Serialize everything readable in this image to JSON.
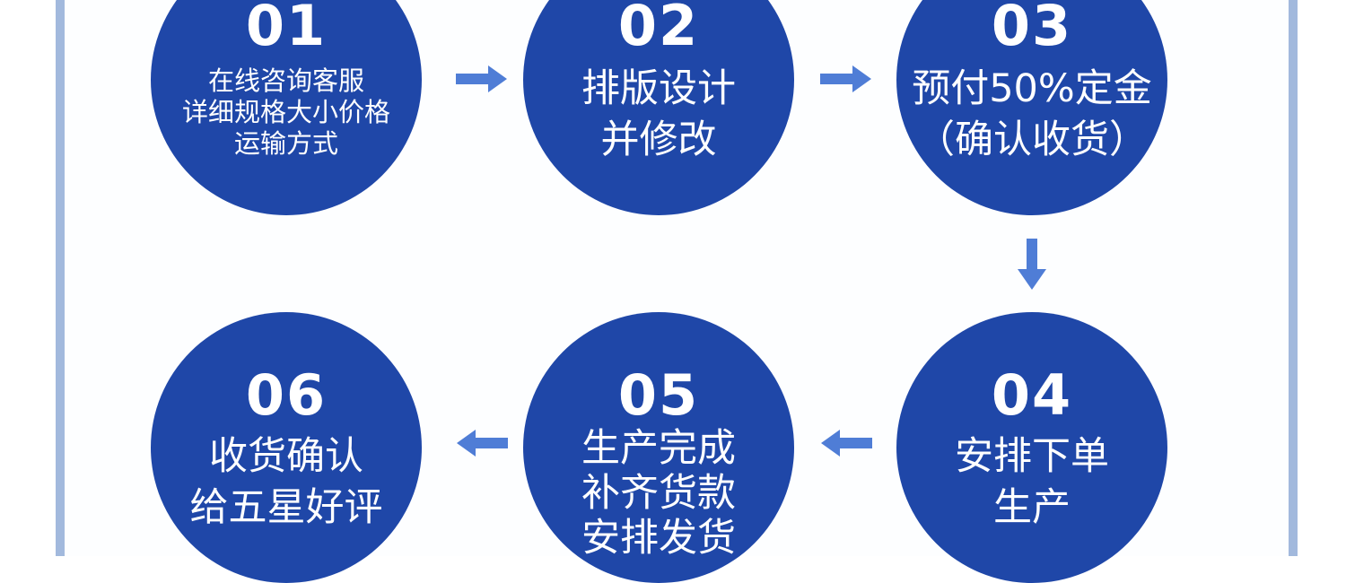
{
  "steps": [
    {
      "num": "01",
      "lines": [
        "在线咨询客服",
        "详细规格大小价格",
        "运输方式"
      ]
    },
    {
      "num": "02",
      "lines": [
        "排版设计",
        "并修改"
      ]
    },
    {
      "num": "03",
      "lines": [
        "预付50%定金",
        "（确认收货）"
      ]
    },
    {
      "num": "04",
      "lines": [
        "安排下单",
        "生产"
      ]
    },
    {
      "num": "05",
      "lines": [
        "生产完成",
        "补齐货款",
        "安排发货"
      ]
    },
    {
      "num": "06",
      "lines": [
        "收货确认",
        "给五星好评"
      ]
    }
  ],
  "icons": {
    "arrow": "arrow-icon"
  },
  "colors": {
    "circle": "#1f47a8",
    "arrow": "#4f7dd6",
    "frame": "#a2b9dd"
  }
}
